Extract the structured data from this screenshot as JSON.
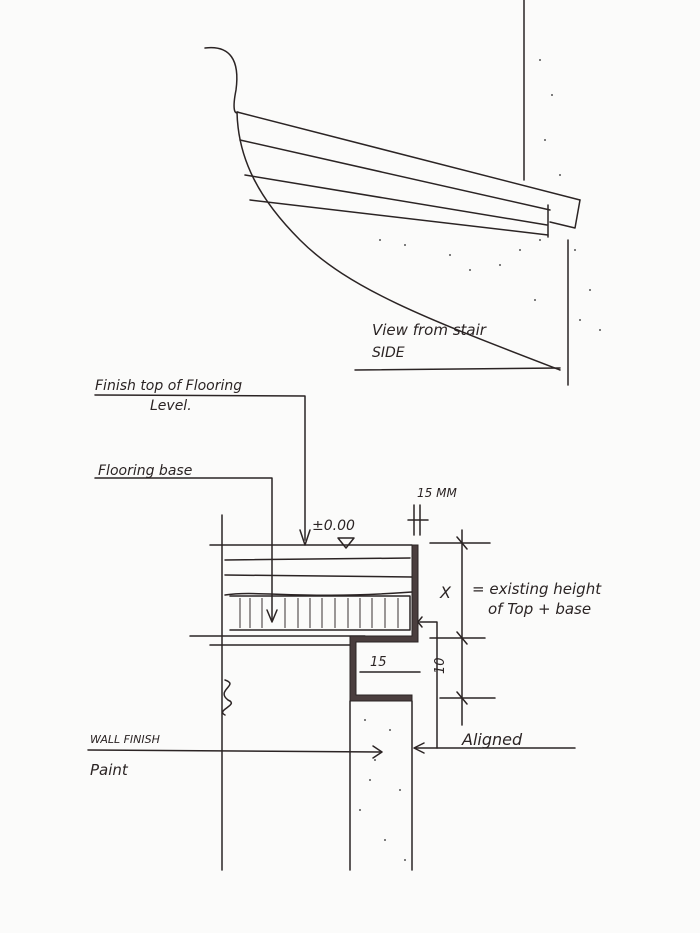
{
  "upper_view": {
    "caption_line1": "View from stair",
    "caption_line2": "SIDE"
  },
  "labels": {
    "finish_top_line1": "Finish top of Flooring",
    "finish_top_line2": "Level.",
    "flooring_base": "Flooring base",
    "level_mark": "±0.00",
    "gap_dim": "15 MM",
    "x_dim": "X",
    "x_note_line1": "= existing height",
    "x_note_line2": "of Top + base",
    "step_dim": "15",
    "vertical_dim": "10",
    "wall_finish_line1": "WALL FINISH",
    "wall_finish_line2": "Paint",
    "aligned": "Aligned"
  },
  "colors": {
    "ink": "#2b2424",
    "paper": "#fbfbfa"
  }
}
